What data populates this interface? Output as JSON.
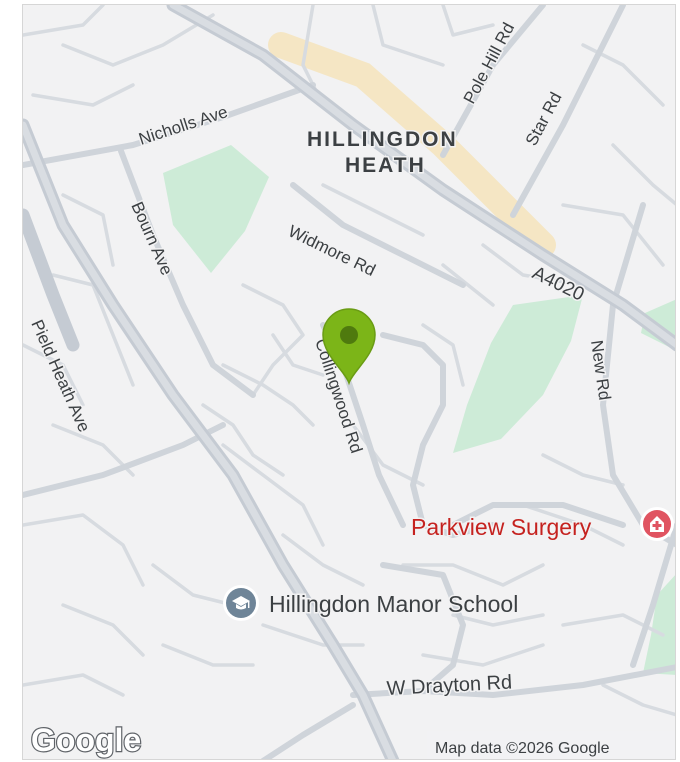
{
  "map": {
    "area_label": [
      "HILLINGDON",
      "HEATH"
    ],
    "roads": {
      "nicholls": "Nicholls Ave",
      "pole_hill": "Pole Hill Rd",
      "star": "Star Rd",
      "bourn": "Bourn Ave",
      "widmore": "Widmore Rd",
      "a4020": "A4020",
      "pield_heath": "Pield Heath Ave",
      "collingwood": "Collingwood Rd",
      "new_rd": "New Rd",
      "w_drayton": "W Drayton Rd"
    },
    "pois": {
      "surgery": "Parkview Surgery",
      "school": "Hillingdon Manor School"
    },
    "logo": "Google",
    "attribution": "Map data ©2026 Google",
    "colors": {
      "background": "#f2f2f3",
      "road": "#d2d6dc",
      "major_road": "#c3c9d1",
      "highlight": "#f5e6c4",
      "park": "#cdebd7",
      "pin": "#7cb518",
      "medical": "#e05461",
      "school": "#6f8598"
    },
    "icons": {
      "pin": "location-pin-icon",
      "medical": "medical-cross-icon",
      "school": "graduation-cap-icon"
    }
  }
}
